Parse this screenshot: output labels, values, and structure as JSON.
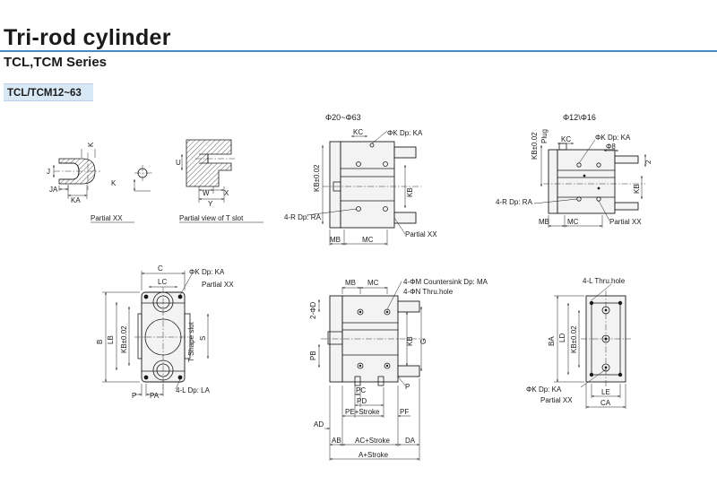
{
  "header": {
    "title": "Tri-rod cylinder",
    "subtitle": "TCL,TCM Series",
    "model_badge": "TCL/TCM12~63"
  },
  "partial_xx": {
    "title": "Partial XX",
    "labels": {
      "k_tol": "K",
      "j": "J",
      "ja": "JA",
      "ka": "KA"
    }
  },
  "t_slot": {
    "title": "Partial view of T slot",
    "labels": {
      "u": "U",
      "w": "W",
      "x": "X",
      "y": "Y"
    }
  },
  "side_20_63": {
    "title": "Φ20~Φ63",
    "labels": {
      "kc": "KC",
      "k_depth": "ΦK Dp: KA",
      "kb_tol": "KB±0.02",
      "kb": "KB",
      "ra": "4-R Dp: RA",
      "partial": "Partial XX",
      "mb": "MB",
      "mc": "MC"
    }
  },
  "side_12_16": {
    "title": "Φ12\\Φ16",
    "labels": {
      "plug": "Plug",
      "kc": "KC",
      "k_depth": "ΦK Dp: KA",
      "phi8": "Φ8",
      "kb_tol": "KB±0.02",
      "kb": "KB",
      "two": "2",
      "ra": "4-R Dp: RA",
      "mb": "MB",
      "mc": "MC",
      "partial": "Partial XX"
    }
  },
  "front_view": {
    "labels": {
      "c": "C",
      "lc": "LC",
      "k_depth": "ΦK Dp: KA",
      "partial": "Partial XX",
      "b": "B",
      "lb": "LB",
      "kb_tol": "KB±0.02",
      "t_slot": "T Shape slot",
      "s": "S",
      "p": "P",
      "pa": "PA",
      "l_depth": "4-L Dp: LA"
    }
  },
  "top_view": {
    "labels": {
      "mb": "MB",
      "mc": "MC",
      "countersink": "4-ΦM Countersink Dp: MA",
      "thru": "4-ΦN Thru.hole",
      "phi_d": "2-ΦD",
      "kb": "KB",
      "g": "G",
      "pb": "PB",
      "p": "P",
      "pc": "PC",
      "pd": "PD",
      "pe": "PE+Stroke",
      "pf": "PF",
      "ad": "AD",
      "ab": "AB",
      "ac": "AC+Stroke",
      "da": "DA",
      "a": "A+Stroke"
    }
  },
  "rear_view": {
    "labels": {
      "l_thru": "4-L Thru.hole",
      "ba": "BA",
      "ld": "LD",
      "kb_tol": "KB±0.02",
      "k_depth": "ΦK Dp: KA",
      "partial": "Partial XX",
      "le": "LE",
      "ca": "CA"
    }
  }
}
